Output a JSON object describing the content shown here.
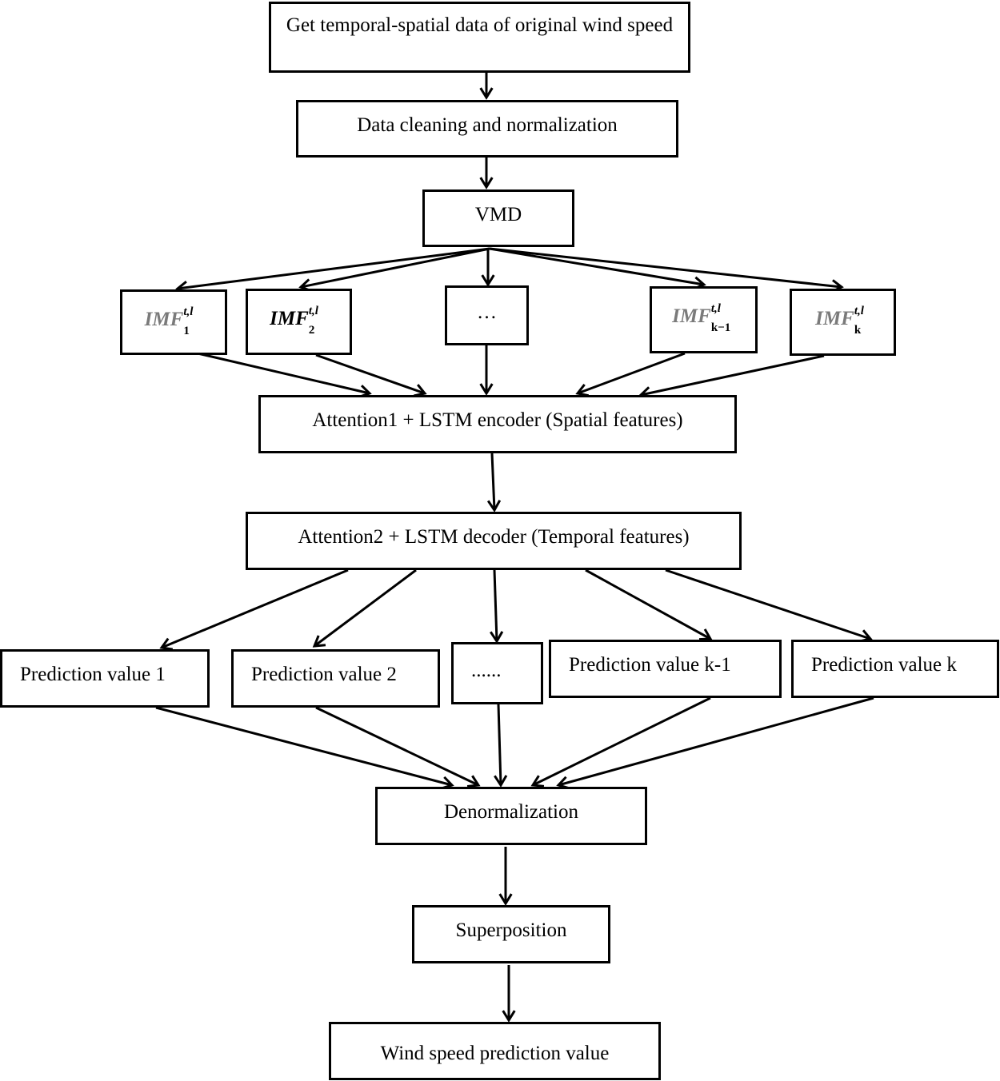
{
  "nodes": {
    "get_data": "Get temporal-spatial data of original wind speed",
    "cleaning": "Data cleaning and normalization",
    "vmd": "VMD",
    "imf_base": "IMF",
    "imf_sup": "t,l",
    "imf_subs": [
      "1",
      "2",
      "k−1",
      "k"
    ],
    "imf_ellipsis": "…",
    "encoder": "Attention1 + LSTM encoder (Spatial features)",
    "decoder": "Attention2 + LSTM decoder (Temporal features)",
    "predictions": [
      "Prediction value 1",
      "Prediction value 2",
      "......",
      "Prediction value k-1",
      "Prediction value k"
    ],
    "denorm": "Denormalization",
    "superposition": "Superposition",
    "output": "Wind speed prediction value"
  },
  "edges": [
    [
      "get_data",
      "cleaning"
    ],
    [
      "cleaning",
      "vmd"
    ],
    [
      "vmd",
      "imf_1"
    ],
    [
      "vmd",
      "imf_2"
    ],
    [
      "vmd",
      "imf_dots"
    ],
    [
      "vmd",
      "imf_k-1"
    ],
    [
      "vmd",
      "imf_k"
    ],
    [
      "imf_1",
      "encoder"
    ],
    [
      "imf_2",
      "encoder"
    ],
    [
      "imf_dots",
      "encoder"
    ],
    [
      "imf_k-1",
      "encoder"
    ],
    [
      "imf_k",
      "encoder"
    ],
    [
      "encoder",
      "decoder"
    ],
    [
      "decoder",
      "pred_1"
    ],
    [
      "decoder",
      "pred_2"
    ],
    [
      "decoder",
      "pred_dots"
    ],
    [
      "decoder",
      "pred_k-1"
    ],
    [
      "decoder",
      "pred_k"
    ],
    [
      "pred_1",
      "denorm"
    ],
    [
      "pred_2",
      "denorm"
    ],
    [
      "pred_dots",
      "denorm"
    ],
    [
      "pred_k-1",
      "denorm"
    ],
    [
      "pred_k",
      "denorm"
    ],
    [
      "denorm",
      "superposition"
    ],
    [
      "superposition",
      "output"
    ]
  ]
}
